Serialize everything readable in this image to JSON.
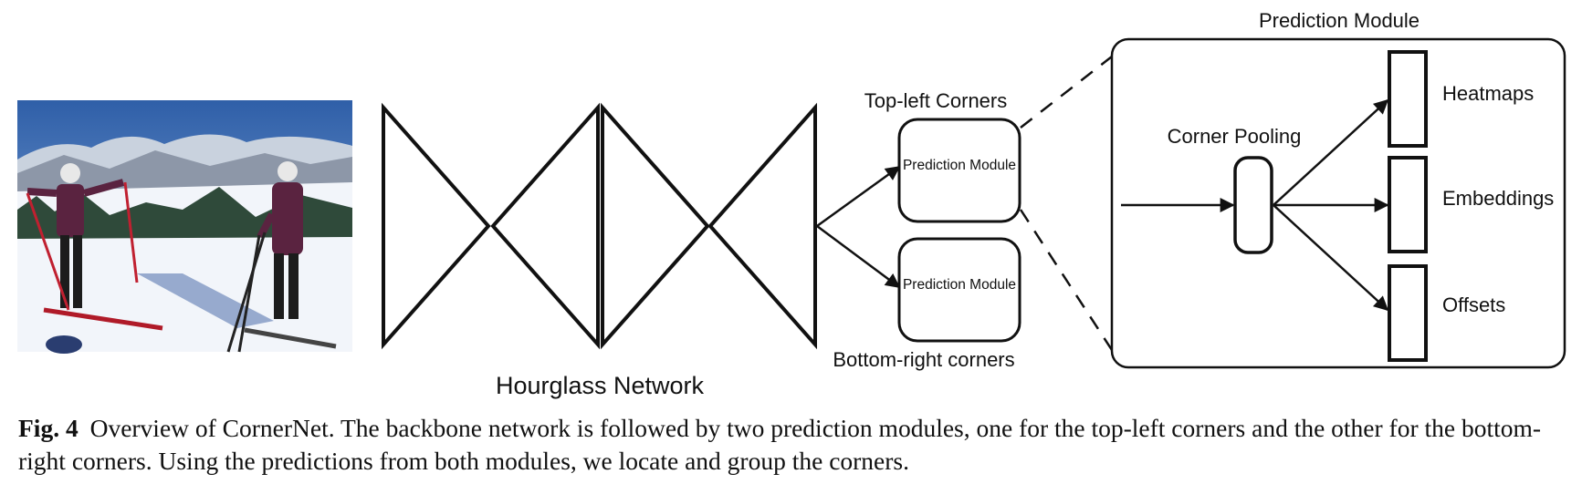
{
  "figure": {
    "hourglass_label": "Hourglass Network",
    "top_left_label": "Top-left Corners",
    "bottom_right_label": "Bottom-right corners",
    "small_module_label": "Prediction Module",
    "big_module_title": "Prediction Module",
    "corner_pooling_label": "Corner Pooling",
    "outputs": [
      "Heatmaps",
      "Embeddings",
      "Offsets"
    ]
  },
  "caption": {
    "label": "Fig. 4",
    "text": "Overview of CornerNet. The backbone network is followed by two prediction modules, one for the top-left corners and the other for the bottom-right corners. Using the predictions from both modules, we locate and group the corners."
  },
  "colors": {
    "stroke": "#111111",
    "sky": "#3f6fb8",
    "snow": "#f2f5fa",
    "mountain": "#8d97a8",
    "trees": "#2f4a3a",
    "jacket": "#5a2340"
  }
}
